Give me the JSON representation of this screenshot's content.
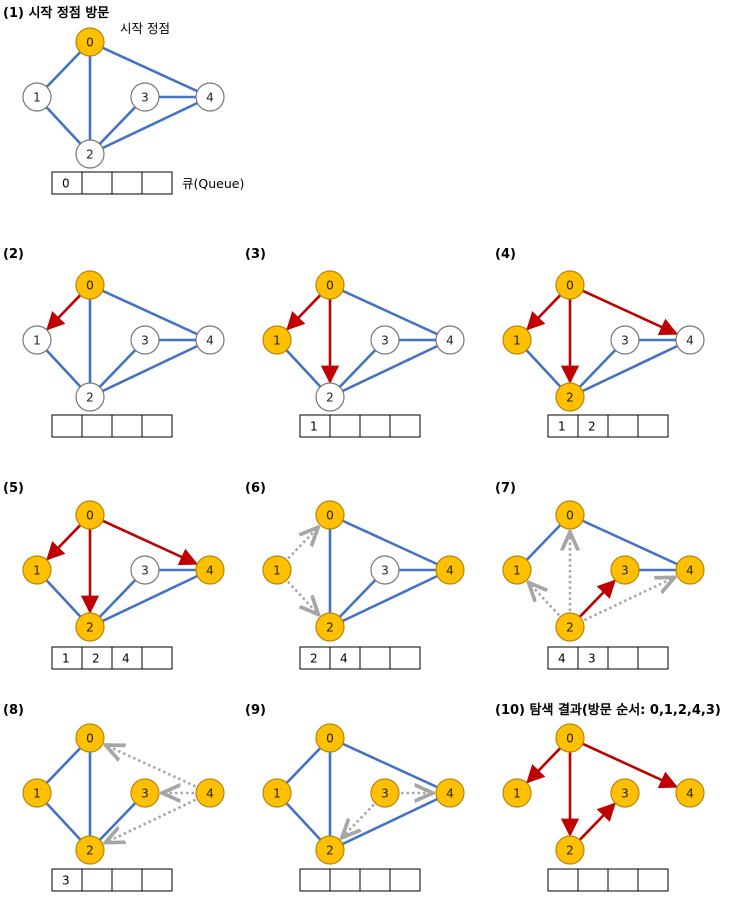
{
  "colors": {
    "edge": "#4472c4",
    "tree_edge": "#c00000",
    "visited_fill": "#ffc000",
    "visited_stroke": "#b8860b",
    "unvisited_fill": "#ffffff",
    "unvisited_stroke": "#777777",
    "dotted": "#a6a6a6",
    "queue_border": "#000000"
  },
  "nodes": [
    "0",
    "1",
    "2",
    "3",
    "4"
  ],
  "edges": [
    [
      "0",
      "1"
    ],
    [
      "0",
      "2"
    ],
    [
      "0",
      "4"
    ],
    [
      "1",
      "2"
    ],
    [
      "2",
      "3"
    ],
    [
      "2",
      "4"
    ],
    [
      "3",
      "4"
    ]
  ],
  "panels": [
    {
      "title": "(1) 시작 정점 방문",
      "visited": [
        "0"
      ],
      "tree_edges": [],
      "dotted_edges": [],
      "queue": [
        "0",
        "",
        "",
        ""
      ],
      "annotations": {
        "start_vertex": "시작 정점",
        "queue": "큐(Queue)"
      }
    },
    {
      "title": "(2)",
      "visited": [
        "0"
      ],
      "tree_edges": [
        [
          "0",
          "1"
        ]
      ],
      "dotted_edges": [],
      "queue": [
        "",
        "",
        "",
        ""
      ]
    },
    {
      "title": "(3)",
      "visited": [
        "0",
        "1"
      ],
      "tree_edges": [
        [
          "0",
          "1"
        ],
        [
          "0",
          "2"
        ]
      ],
      "dotted_edges": [],
      "queue": [
        "1",
        "",
        "",
        ""
      ]
    },
    {
      "title": "(4)",
      "visited": [
        "0",
        "1",
        "2"
      ],
      "tree_edges": [
        [
          "0",
          "1"
        ],
        [
          "0",
          "2"
        ],
        [
          "0",
          "4"
        ]
      ],
      "dotted_edges": [],
      "queue": [
        "1",
        "2",
        "",
        ""
      ]
    },
    {
      "title": "(5)",
      "visited": [
        "0",
        "1",
        "2",
        "4"
      ],
      "tree_edges": [
        [
          "0",
          "1"
        ],
        [
          "0",
          "2"
        ],
        [
          "0",
          "4"
        ]
      ],
      "dotted_edges": [],
      "queue": [
        "1",
        "2",
        "4",
        ""
      ]
    },
    {
      "title": "(6)",
      "visited": [
        "0",
        "1",
        "2",
        "4"
      ],
      "tree_edges": [],
      "dotted_edges": [
        [
          "1",
          "0"
        ],
        [
          "1",
          "2"
        ]
      ],
      "queue": [
        "2",
        "4",
        "",
        ""
      ]
    },
    {
      "title": "(7)",
      "visited": [
        "0",
        "1",
        "2",
        "3",
        "4"
      ],
      "tree_edges": [
        [
          "2",
          "3"
        ]
      ],
      "dotted_edges": [
        [
          "2",
          "0"
        ],
        [
          "2",
          "1"
        ],
        [
          "2",
          "4"
        ]
      ],
      "queue": [
        "4",
        "3",
        "",
        ""
      ]
    },
    {
      "title": "(8)",
      "visited": [
        "0",
        "1",
        "2",
        "3",
        "4"
      ],
      "tree_edges": [],
      "dotted_edges": [
        [
          "4",
          "0"
        ],
        [
          "4",
          "3"
        ],
        [
          "4",
          "2"
        ]
      ],
      "queue": [
        "3",
        "",
        "",
        ""
      ]
    },
    {
      "title": "(9)",
      "visited": [
        "0",
        "1",
        "2",
        "3",
        "4"
      ],
      "tree_edges": [],
      "dotted_edges": [
        [
          "3",
          "4"
        ],
        [
          "3",
          "2"
        ]
      ],
      "queue": [
        "",
        "",
        "",
        ""
      ]
    },
    {
      "title": "(10) 탐색 결과(방문 순서: 0,1,2,4,3)",
      "visited": [
        "0",
        "1",
        "2",
        "3",
        "4"
      ],
      "tree_edges": [
        [
          "0",
          "1"
        ],
        [
          "0",
          "2"
        ],
        [
          "0",
          "4"
        ],
        [
          "2",
          "3"
        ]
      ],
      "dotted_edges": [],
      "queue": [
        "",
        "",
        "",
        ""
      ],
      "result_only": true
    }
  ]
}
